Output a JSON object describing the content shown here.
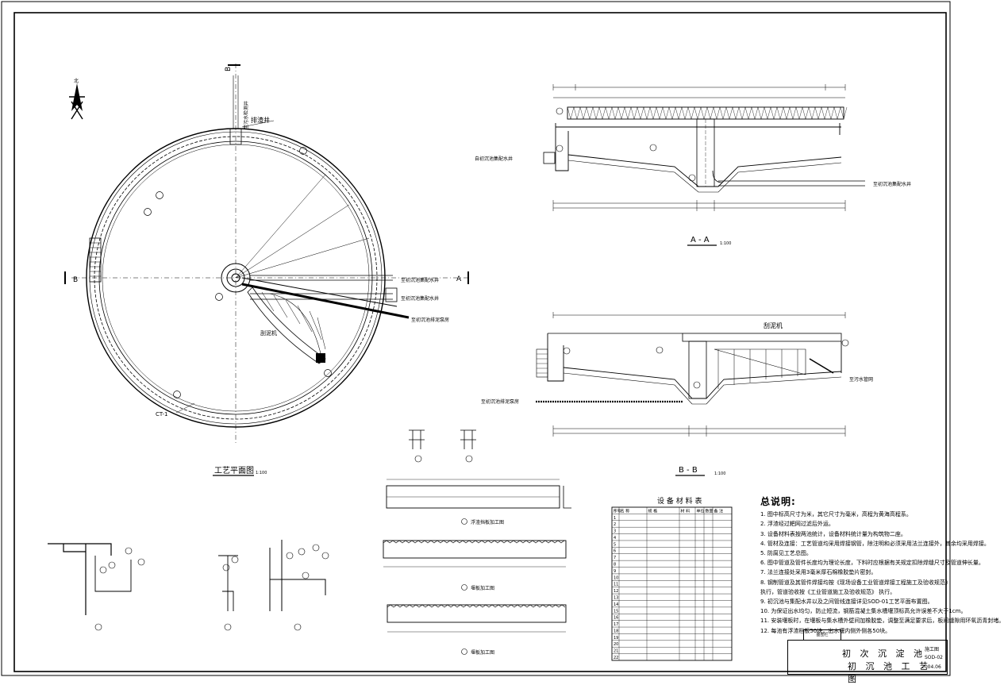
{
  "drawing": {
    "plan_title": "工艺平面图",
    "plan_scale": "1:100",
    "section_aa": "A - A",
    "section_aa_scale": "1:100",
    "section_bb": "B - B",
    "section_bb_scale": "1:100",
    "section_markers": {
      "a": "A",
      "b": "B",
      "b1": "B"
    },
    "labels": {
      "scum_well": "排渣井",
      "scraper": "刮泥机",
      "scraper_bb": "刮泥机",
      "inlet_pipe": "自初沉池集配水井",
      "outlet_pipe": "至初沉池集配水井",
      "sludge_pipe": "至初沉池排泥泵房",
      "overflow_pipe": "至初沉池集配水井",
      "inlet_pipe_aa": "至初沉池集配水井",
      "sludge_pipe_bb": "至初沉池排泥泵房",
      "drain_bb": "至污水管网",
      "scum_pipe_plan": "至污水检测井",
      "ct_tag": "CT-1"
    },
    "detail_titles": {
      "baffle": "浮渣挡板加工图",
      "weir1": "堰板加工图",
      "weir2": "堰板加工图"
    }
  },
  "equipment_table": {
    "title": "设 备 材 料 表",
    "header": [
      "序号",
      "名 称",
      "规 格",
      "材 料",
      "单位",
      "数量",
      "备 注"
    ],
    "row_count": 22
  },
  "notes": {
    "title": "总说明:",
    "items": [
      "1.  图中标高尺寸为米，其它尺寸为毫米，高程为黄海高程系。",
      "2.  浮渣经过耙网过滤后外运。",
      "3.  设备材料表按两池统计，设备材料统计量为构筑物二座。",
      "4.  管材及连接：工艺管道均采用焊接钢管，除注明和必须采用法兰连接外，其余均采用焊接。",
      "5.  防腐见工艺总图。",
      "6.  图中管道及管件长度均为理论长度，下料时应根据有关规定扣除焊缝尺寸及管道伸长量。",
      "7.  法兰连接处采用3毫米厚石棉橡胶垫片密封。",
      "8.  钢制管道及其管件焊接均按《现场设备工业管道焊接工程施工及验收规范》",
      "     执行，管道验收按《工业管道施工及验收规范》              执行。",
      "9.  初沉池与集配水井以及之间管线连接详见SOD-01工艺平面布置图。",
      "10.  为保证出水均匀，防止短流，钢筋混凝土集水槽堰顶标高允许误差不大于1cm。",
      "11.  安装堰板时，在堰板与集水槽外壁间加橡胶垫，调整至满足要求后，板间缝隙用环氧沥青封堵。",
      "12.  每池有浮渣档板50块，出水堰内侧外侧各50块。"
    ]
  },
  "title_block": {
    "stamp": "图签栏",
    "project": "初 次 沉 淀 池",
    "drawing": "初 沉 池 工 艺 图",
    "stage": "施工图",
    "code": "SOD-02",
    "date": "2004.06"
  },
  "colors": {
    "line": "#000000",
    "background": "#ffffff"
  }
}
